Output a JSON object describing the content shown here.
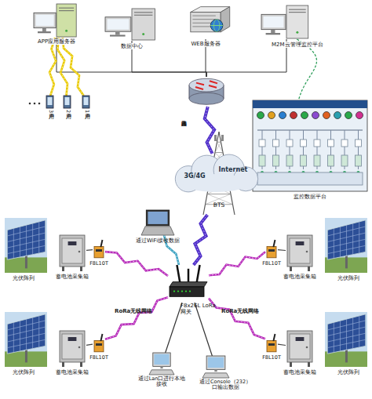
{
  "diagram": {
    "nodes": [
      {
        "text": [
          "APP应用服务器"
        ]
      },
      {
        "text": [
          "数据中心"
        ]
      },
      {
        "text": [
          "WEB服务器"
        ]
      },
      {
        "text": [
          "M2M云管理监控平台"
        ]
      },
      {
        "text": [
          "用户3"
        ]
      },
      {
        "text": [
          "用户2"
        ]
      },
      {
        "text": [
          "用户1"
        ]
      },
      {
        "text": [
          "接入路由器"
        ]
      },
      {
        "text": [
          "监控数据平台"
        ]
      },
      {
        "text": [
          "3G/4G",
          "Internet"
        ]
      },
      {
        "text": [
          "BTS"
        ]
      },
      {
        "text": [
          "通过WiFi接收数据"
        ]
      },
      {
        "text": [
          "光伏阵列"
        ]
      },
      {
        "text": [
          "蓄电池采集箱"
        ]
      },
      {
        "text": [
          "F8L10T"
        ]
      },
      {
        "text": [
          "F8L10T"
        ]
      },
      {
        "text": [
          "蓄电池采集箱"
        ]
      },
      {
        "text": [
          "光伏阵列"
        ]
      },
      {
        "text": [
          "F8x26L LoRa网关"
        ]
      },
      {
        "text": [
          "光伏阵列"
        ]
      },
      {
        "text": [
          "蓄电池采集箱"
        ]
      },
      {
        "text": [
          "F8L10T"
        ]
      },
      {
        "text": [
          "F8L10T"
        ]
      },
      {
        "text": [
          "蓄电池采集箱"
        ]
      },
      {
        "text": [
          "光伏阵列"
        ]
      },
      {
        "text": [
          "通过Lan口进行本地接收"
        ]
      },
      {
        "text": [
          "通过Console（232）口输出数据"
        ]
      }
    ],
    "edges": [
      {
        "from": 0,
        "to": 7,
        "arrow": "none"
      },
      {
        "from": 1,
        "to": 7,
        "arrow": "none"
      },
      {
        "from": 2,
        "to": 7,
        "arrow": "none"
      },
      {
        "from": 3,
        "to": 7,
        "arrow": "none"
      },
      {
        "from": 0,
        "to": 4,
        "arrow": "none"
      },
      {
        "from": 0,
        "to": 5,
        "arrow": "none"
      },
      {
        "from": 0,
        "to": 6,
        "arrow": "none"
      },
      {
        "from": 3,
        "to": 8,
        "arrow": "none"
      },
      {
        "from": 7,
        "to": 9,
        "arrow": "none"
      },
      {
        "from": 10,
        "to": 18,
        "arrow": "none"
      },
      {
        "from": 11,
        "to": 18,
        "arrow": "none"
      },
      {
        "from": 18,
        "to": 14,
        "arrow": "none"
      },
      {
        "from": 18,
        "to": 15,
        "arrow": "none"
      },
      {
        "from": 18,
        "to": 21,
        "arrow": "none"
      },
      {
        "from": 18,
        "to": 22,
        "arrow": "none"
      },
      {
        "from": 13,
        "to": 14,
        "arrow": "none"
      },
      {
        "from": 16,
        "to": 15,
        "arrow": "none"
      },
      {
        "from": 20,
        "to": 21,
        "arrow": "none"
      },
      {
        "from": 23,
        "to": 22,
        "arrow": "none"
      },
      {
        "from": 18,
        "to": 25,
        "arrow": "none"
      },
      {
        "from": 18,
        "to": 26,
        "arrow": "none"
      }
    ],
    "labels": [
      "RoRa无线网络",
      "RoRa无线网络"
    ]
  }
}
